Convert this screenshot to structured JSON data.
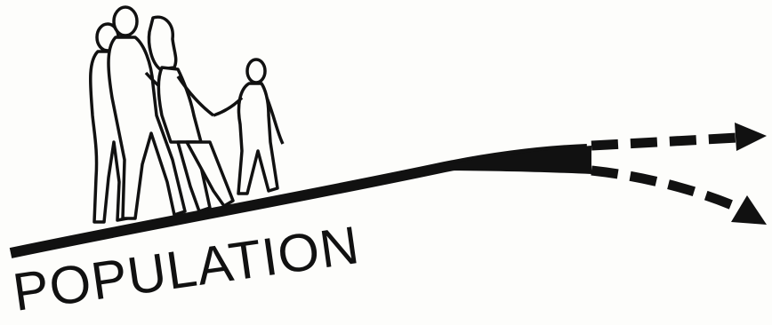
{
  "diagram": {
    "label": "POPULATION",
    "figures": [
      {
        "name": "figure-man-left"
      },
      {
        "name": "figure-man-center"
      },
      {
        "name": "figure-woman-right"
      },
      {
        "name": "figure-child"
      }
    ],
    "arrows": [
      {
        "name": "upper-branch",
        "style": "dashed"
      },
      {
        "name": "lower-branch",
        "style": "dashed"
      }
    ],
    "colors": {
      "ink": "#111111",
      "paper": "#fdfdfb"
    }
  }
}
